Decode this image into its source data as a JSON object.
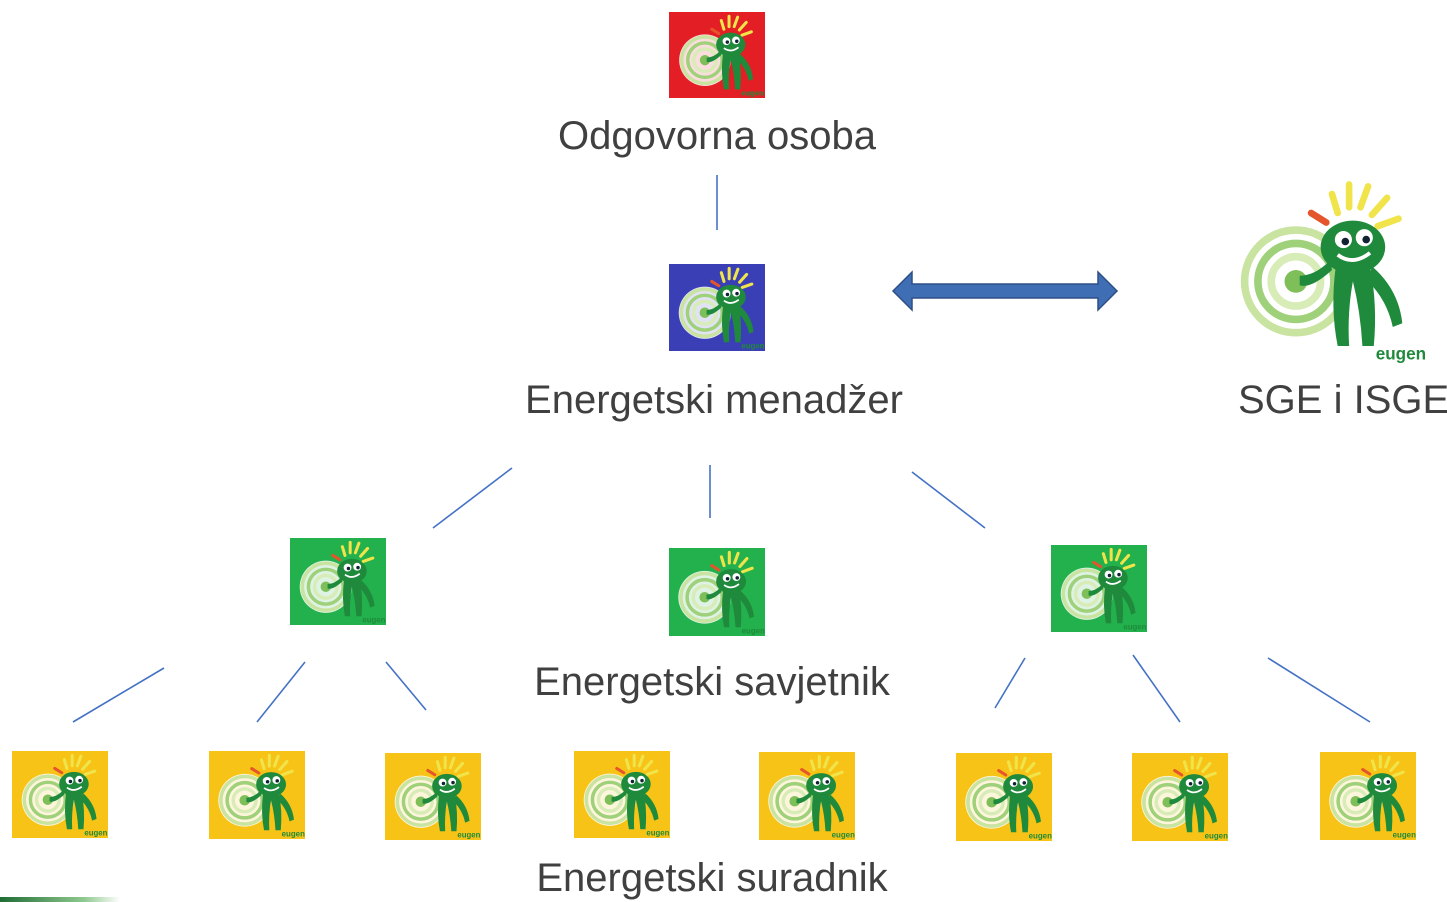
{
  "labels": {
    "top": "Odgovorna osoba",
    "manager": "Energetski menadžer",
    "sge": "SGE i ISGE",
    "advisor": "Energetski savjetnik",
    "associate": "Energetski suradnik"
  },
  "mascot": {
    "logo_text": "eugen",
    "icon": "eugen-mascot-icon"
  },
  "colors": {
    "red_tile": "#e31e24",
    "blue_tile": "#3b3fb5",
    "green_tile": "#22b14c",
    "yellow_tile": "#f7c316",
    "mascot_green": "#1f8a3b",
    "line": "#4472c4",
    "arrow_fill": "#3f6eb5",
    "text": "#404040"
  }
}
